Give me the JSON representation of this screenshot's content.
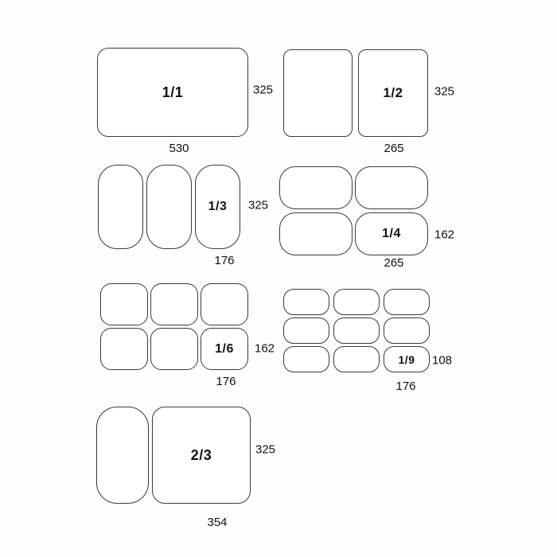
{
  "groups": [
    {
      "label": "1/1",
      "width": "530",
      "height": "325"
    },
    {
      "label": "1/2",
      "width": "265",
      "height": "325"
    },
    {
      "label": "1/3",
      "width": "176",
      "height": "325"
    },
    {
      "label": "1/4",
      "width": "265",
      "height": "162"
    },
    {
      "label": "1/6",
      "width": "176",
      "height": "162"
    },
    {
      "label": "1/9",
      "width": "176",
      "height": "108"
    },
    {
      "label": "2/3",
      "width": "354",
      "height": "325"
    }
  ]
}
